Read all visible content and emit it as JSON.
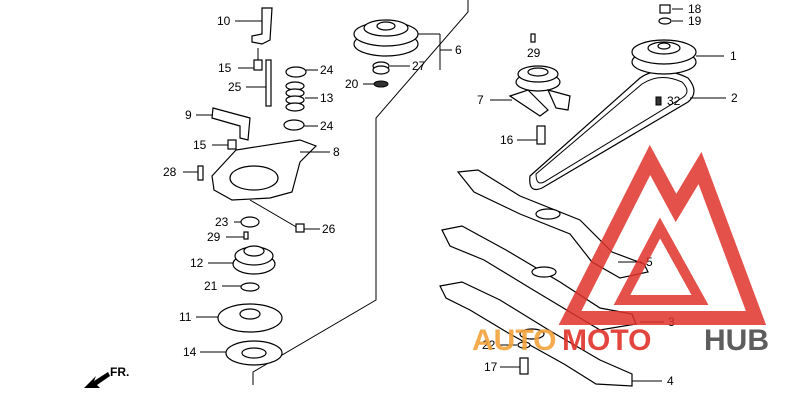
{
  "diagram": {
    "callouts": {
      "p1": "1",
      "p2": "2",
      "p3": "3",
      "p4": "4",
      "p5": "5",
      "p6": "6",
      "p7": "7",
      "p8": "8",
      "p9": "9",
      "p10": "10",
      "p11": "11",
      "p12": "12",
      "p13": "13",
      "p14": "14",
      "p15a": "15",
      "p15b": "15",
      "p16": "16",
      "p17": "17",
      "p18": "18",
      "p19": "19",
      "p20": "20",
      "p21": "21",
      "p22": "22",
      "p23": "23",
      "p24a": "24",
      "p24b": "24",
      "p25": "25",
      "p26": "26",
      "p27": "27",
      "p28": "28",
      "p29a": "29",
      "p29b": "29",
      "p32": "32"
    },
    "direction_label": "FR.",
    "watermark": {
      "part1": "AUTO",
      "part2": "MOTO",
      "part3": "HUB",
      "color_red": "#e0332b",
      "color_orange": "#f2a23a",
      "color_gray": "#555555"
    }
  }
}
